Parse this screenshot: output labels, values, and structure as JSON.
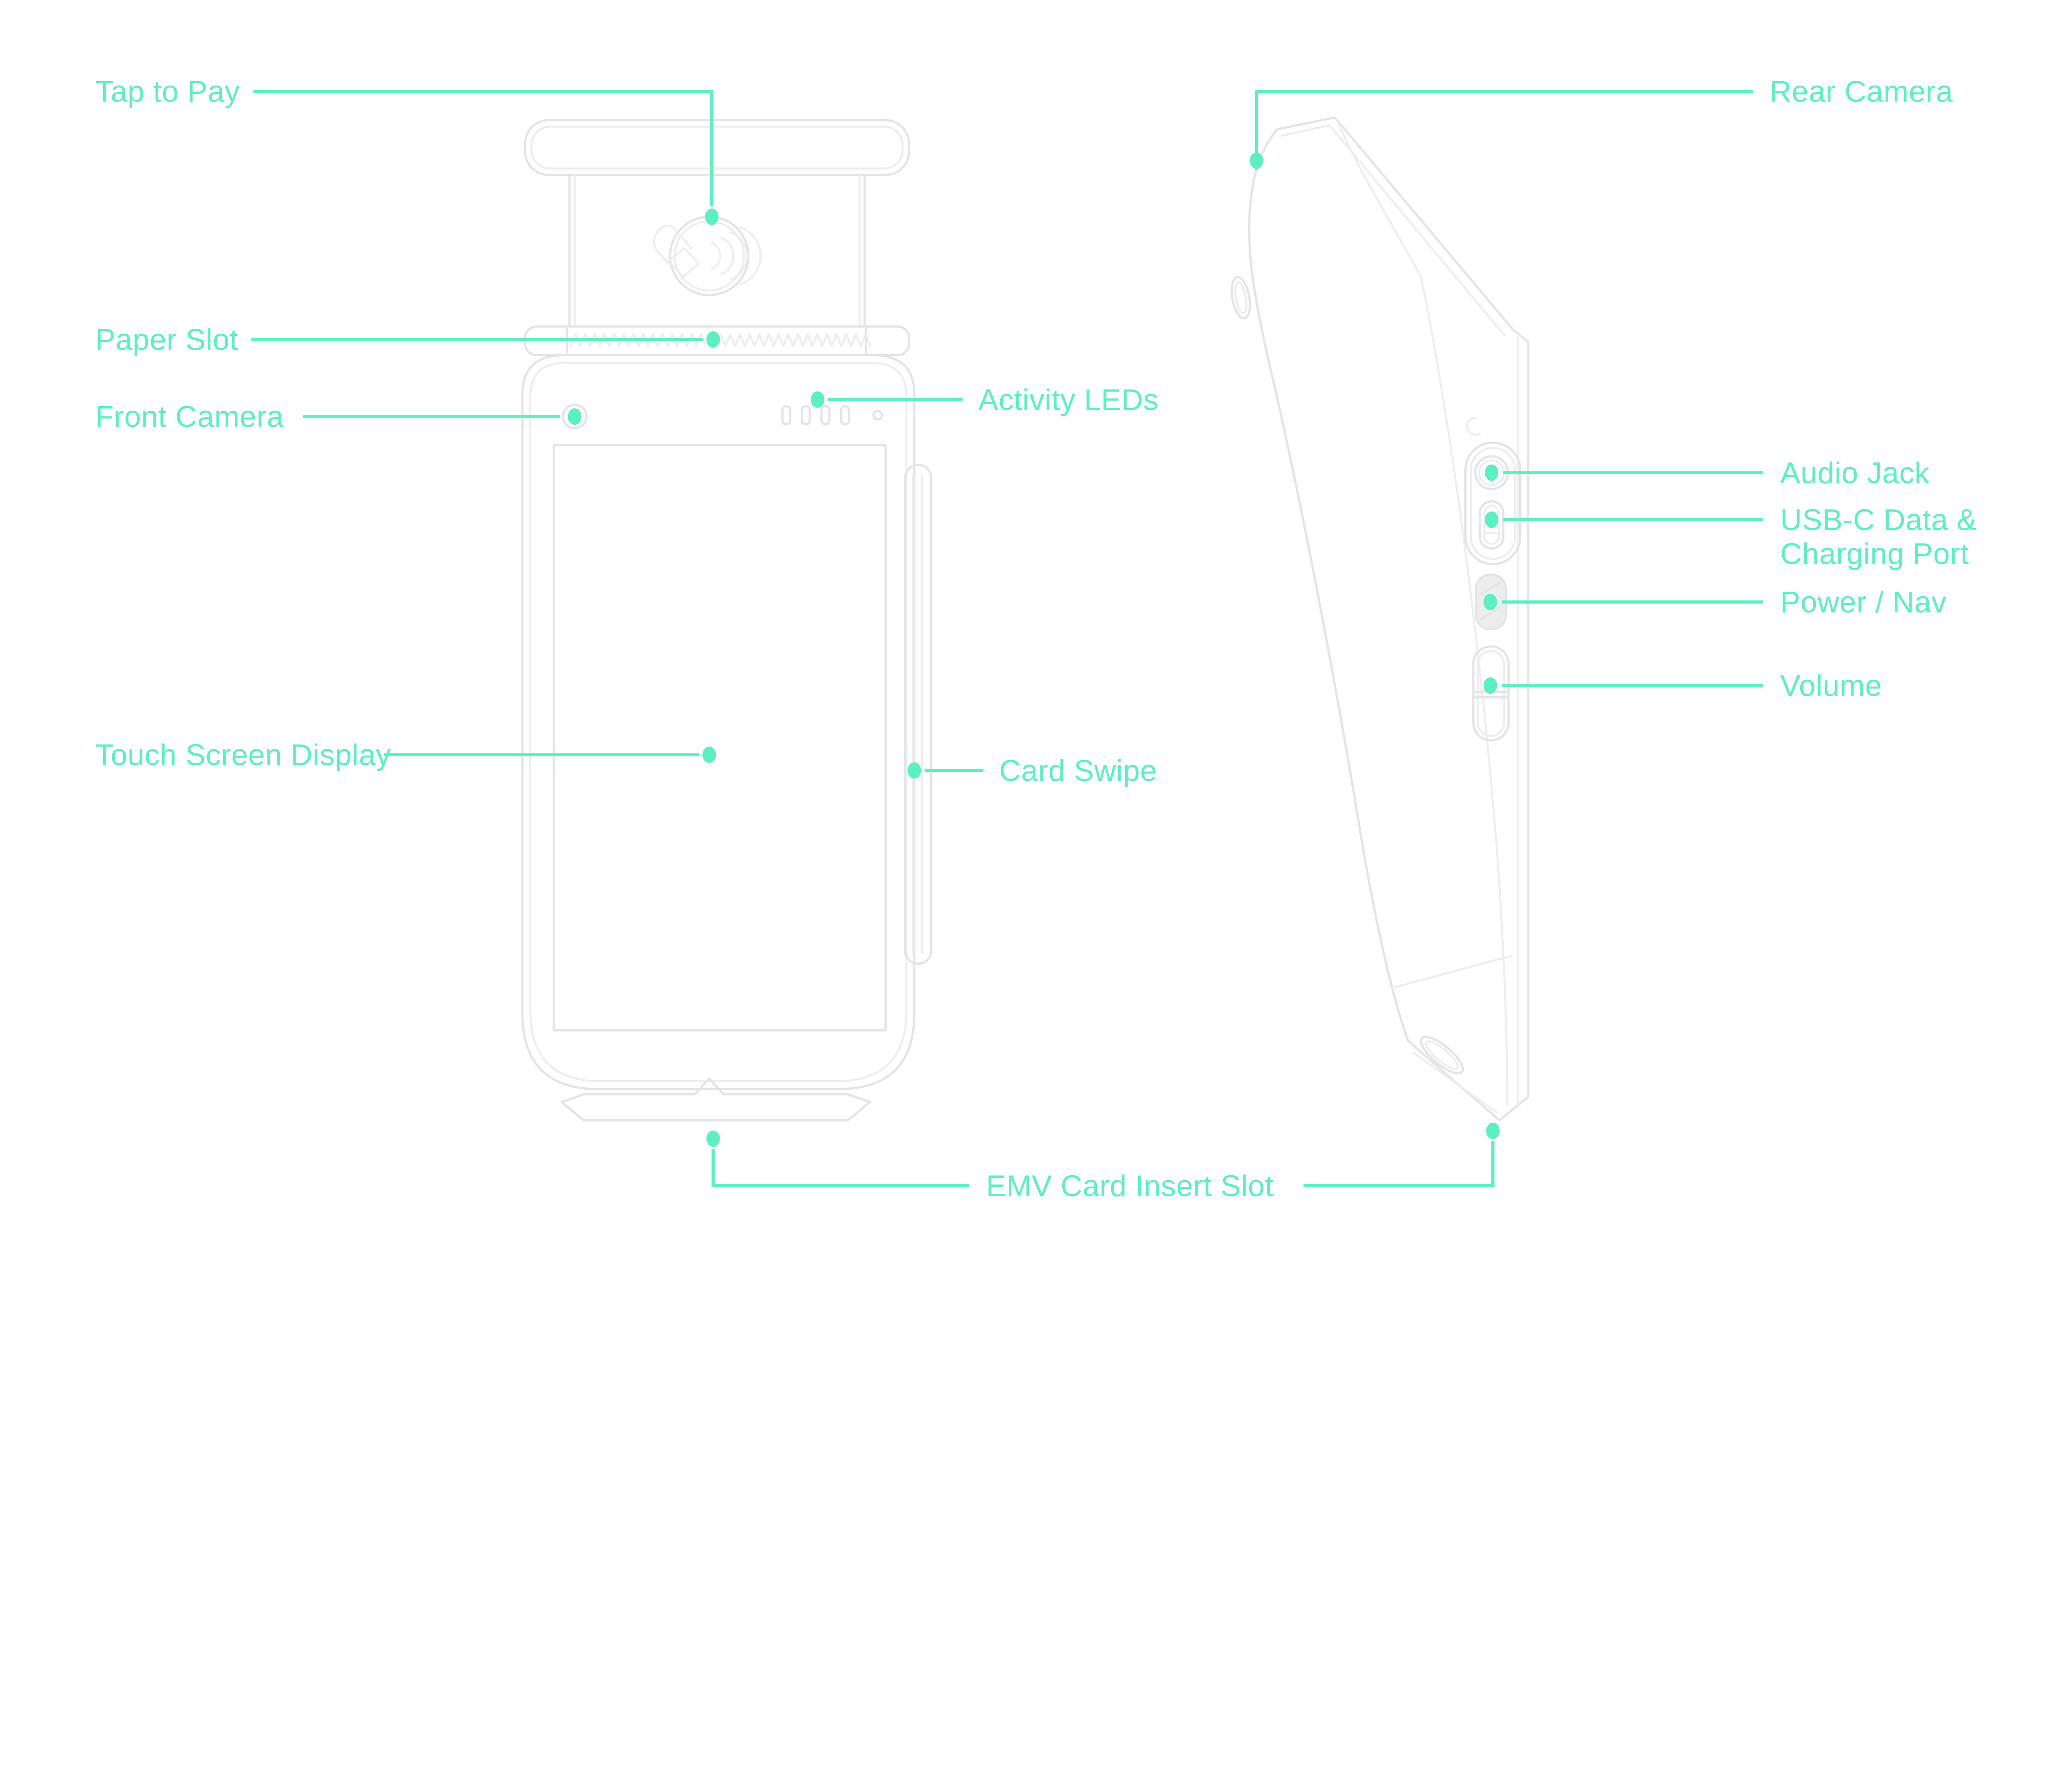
{
  "colors": {
    "accent": "#5CEFC2",
    "device_outline": "#E4E4E4",
    "device_outline_soft": "#EDEDED",
    "background": "#FFFFFF"
  },
  "diagram": {
    "subject": "payment-terminal-annotated-views",
    "views": [
      {
        "id": "front",
        "name": "front view"
      },
      {
        "id": "side",
        "name": "side view"
      }
    ]
  },
  "callouts": {
    "tap_to_pay": {
      "label": "Tap to Pay"
    },
    "paper_slot": {
      "label": "Paper Slot"
    },
    "front_camera": {
      "label": "Front Camera"
    },
    "activity_leds": {
      "label": "Activity LEDs"
    },
    "touch_screen": {
      "label": "Touch Screen Display"
    },
    "card_swipe": {
      "label": "Card Swipe"
    },
    "emv_slot": {
      "label": "EMV Card Insert Slot"
    },
    "rear_camera": {
      "label": "Rear Camera"
    },
    "audio_jack": {
      "label": "Audio Jack"
    },
    "usb_c": {
      "label": "USB-C Data &\nCharging Port"
    },
    "power_nav": {
      "label": "Power / Nav"
    },
    "volume": {
      "label": "Volume"
    }
  },
  "icons": {
    "contactless": "contactless-payment-icon",
    "callout_dot": "callout-point-dot"
  }
}
